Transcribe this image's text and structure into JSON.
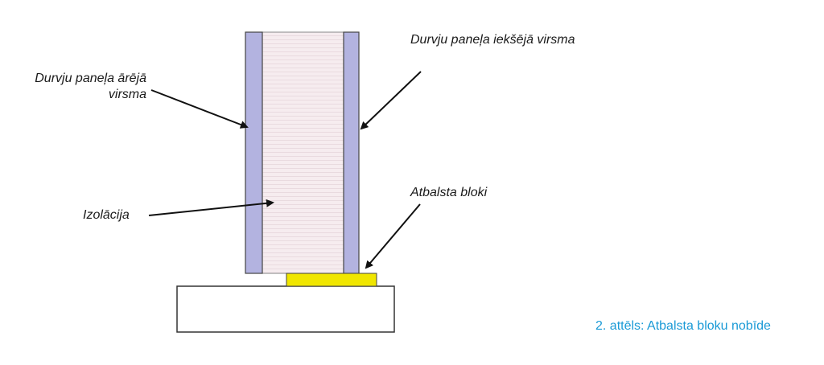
{
  "labels": {
    "outer_surface_line1": "Durvju paneļa ārējā",
    "outer_surface_line2": "virsma",
    "inner_surface": "Durvju paneļa iekšējā virsma",
    "insulation": "Izolācija",
    "support_blocks": "Atbalsta bloki"
  },
  "caption": "2. attēls: Atbalsta bloku nobīde",
  "colors": {
    "panel_skin": "#b3b3e0",
    "insulation": "#f6ecef",
    "support_block": "#f0e600",
    "caption": "#1a9ad6",
    "outline": "#333333"
  }
}
